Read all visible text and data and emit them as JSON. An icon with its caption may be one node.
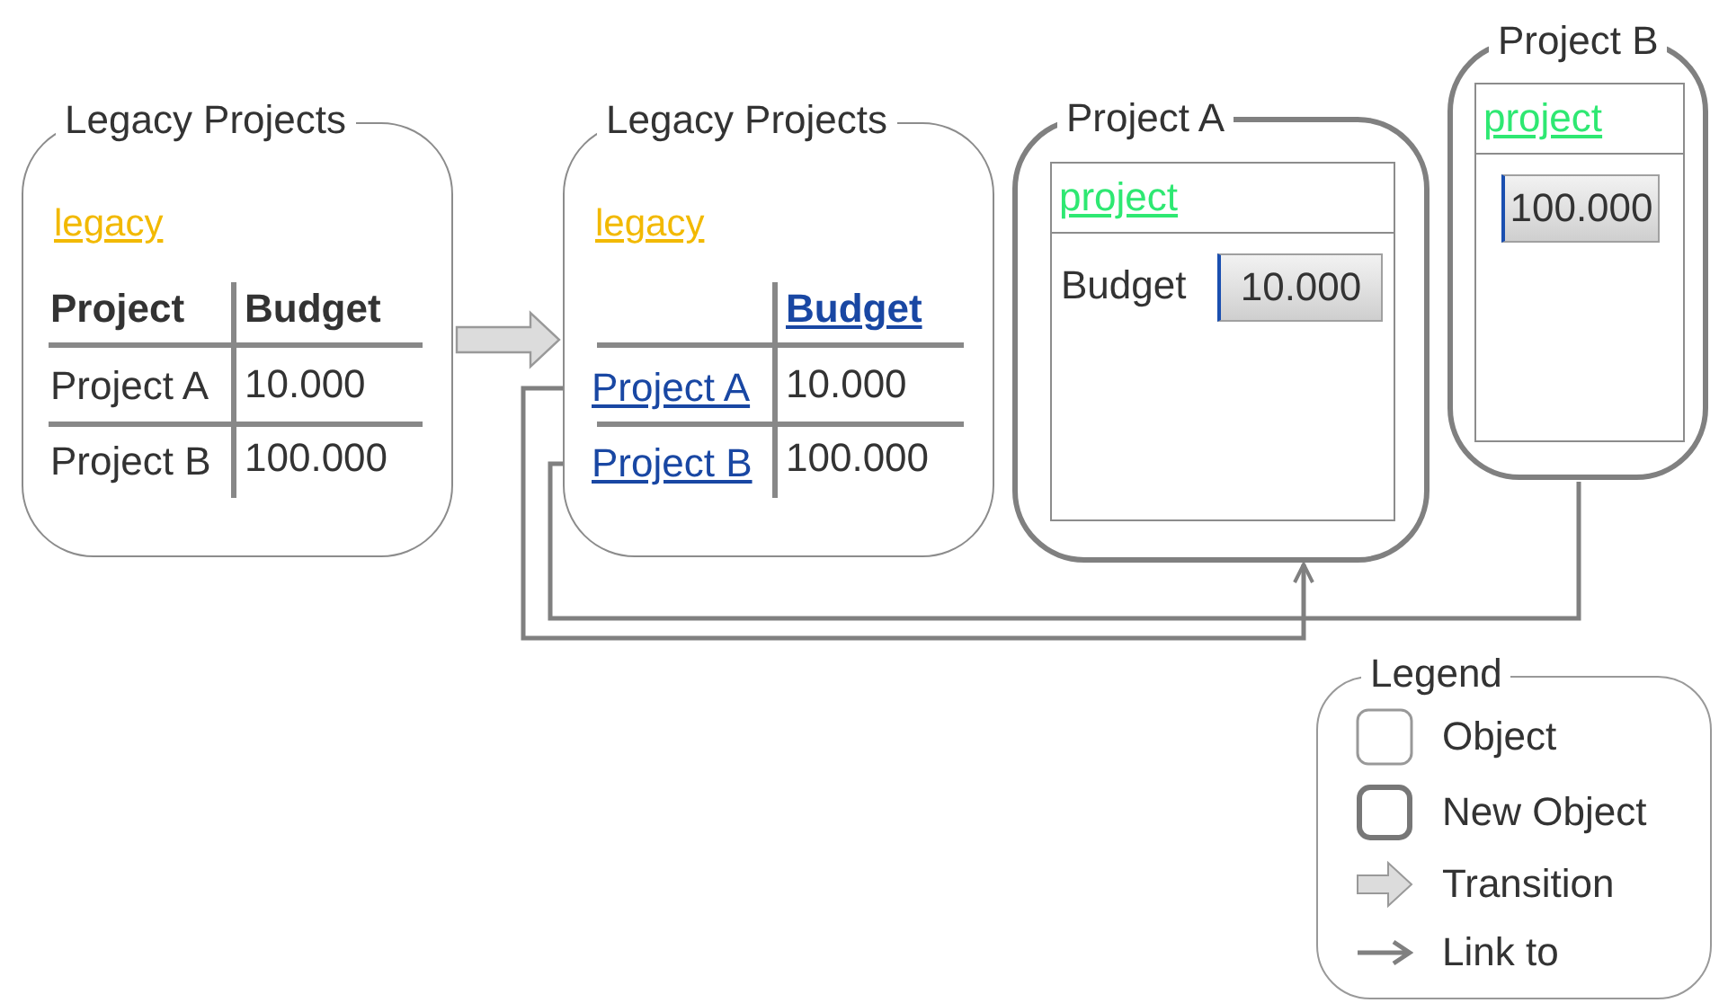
{
  "diagram": {
    "nodes": [
      {
        "text": [
          "Legacy Projects",
          "legacy"
        ]
      },
      {
        "text": [
          "Legacy Projects",
          "legacy"
        ]
      },
      {
        "text": [
          "Project A"
        ],
        "in": 1
      },
      {
        "text": [
          "Project B"
        ],
        "in": 1
      },
      {
        "text": [
          "Project A"
        ]
      },
      {
        "text": [
          "project",
          "Budget"
        ],
        "in": 4
      },
      {
        "text": [
          "10.000"
        ],
        "in": 5
      },
      {
        "text": [
          "Project B"
        ]
      },
      {
        "text": [
          "project"
        ],
        "in": 7
      },
      {
        "text": [
          "100.000"
        ],
        "in": 8
      }
    ],
    "edges": [
      {
        "from": 0,
        "to": 1,
        "arrow": "to",
        "style": "thick"
      },
      {
        "from": 2,
        "to": 4,
        "arrow": "to"
      },
      {
        "from": 3,
        "to": 7,
        "arrow": "none"
      }
    ],
    "labels": [
      "Project",
      "Budget",
      "Project A",
      "10.000",
      "Project B",
      "100.000",
      "Budget",
      "10.000",
      "100.000",
      "Legend"
    ],
    "legend": [
      {
        "text": "Object"
      },
      {
        "text": "New Object"
      },
      {
        "text": "Transition"
      },
      {
        "text": "Link to"
      }
    ]
  }
}
